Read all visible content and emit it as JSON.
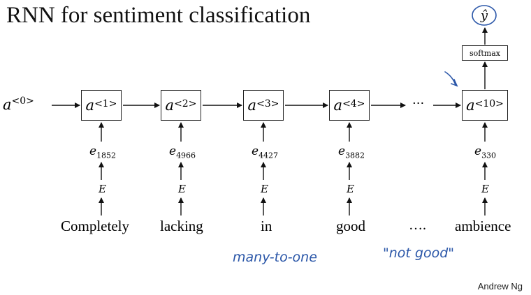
{
  "title": "RNN for sentiment classification",
  "a0": {
    "symbol": "a",
    "sup": "<0>"
  },
  "timesteps": [
    {
      "a_symbol": "a",
      "a_sup": "<1>",
      "e_symbol": "e",
      "e_sub": "1852",
      "E": "E",
      "word": "Completely"
    },
    {
      "a_symbol": "a",
      "a_sup": "<2>",
      "e_symbol": "e",
      "e_sub": "4966",
      "E": "E",
      "word": "lacking"
    },
    {
      "a_symbol": "a",
      "a_sup": "<3>",
      "e_symbol": "e",
      "e_sub": "4427",
      "E": "E",
      "word": "in"
    },
    {
      "a_symbol": "a",
      "a_sup": "<4>",
      "e_symbol": "e",
      "e_sub": "3882",
      "E": "E",
      "word": "good"
    },
    {
      "a_symbol": "a",
      "a_sup": "<10>",
      "e_symbol": "e",
      "e_sub": "330",
      "E": "E",
      "word": "ambience"
    }
  ],
  "ellipsis_hidden": "···",
  "ellipsis_words": "….",
  "softmax_label": "softmax",
  "output": "ŷ",
  "annotations": {
    "many_to_one": "many-to-one",
    "not_good": "\"not good\""
  },
  "author": "Andrew Ng",
  "colors": {
    "ink": "#111111",
    "handwriting": "#2a56a8"
  }
}
